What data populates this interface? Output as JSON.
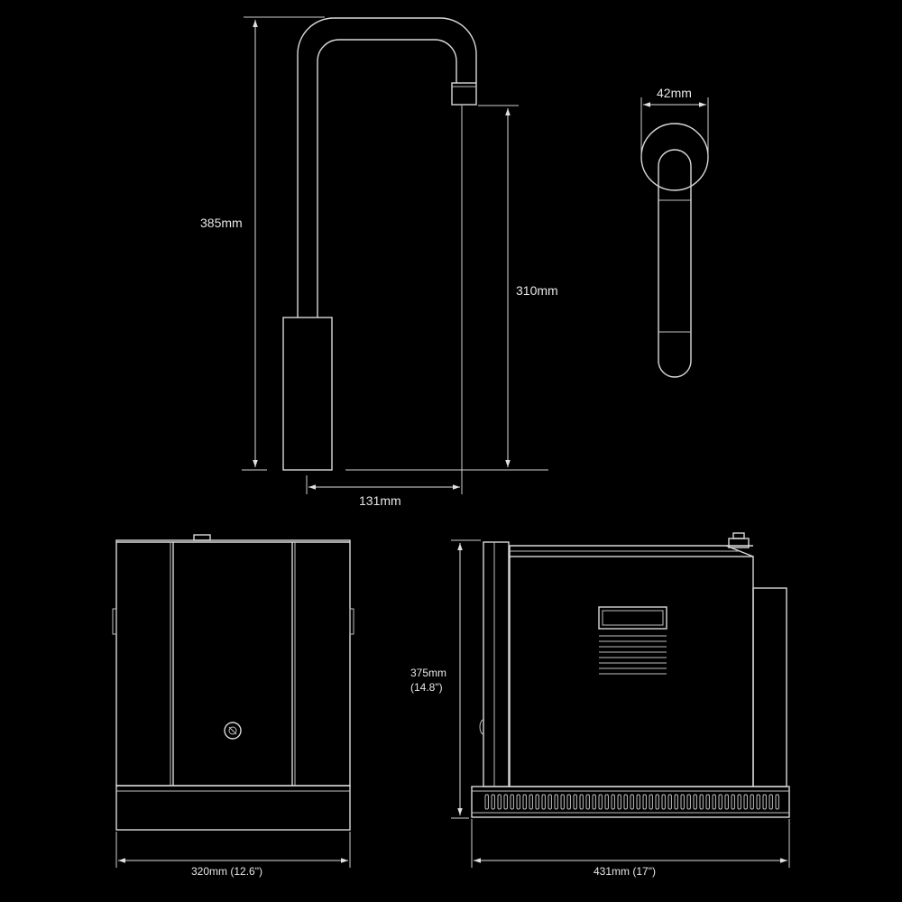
{
  "views": {
    "tap_side": {
      "height_label": "385mm",
      "spout_height_label": "310mm",
      "reach_label": "131mm"
    },
    "tap_top": {
      "diameter_label": "42mm"
    },
    "tank_front": {
      "width_label": "320mm (12.6\")"
    },
    "tank_side": {
      "height_label_mm": "375mm",
      "height_label_in": "(14.8\")",
      "depth_label": "431mm (17\")"
    }
  },
  "colors": {
    "background": "#000000",
    "line": "#d9d9d9"
  }
}
